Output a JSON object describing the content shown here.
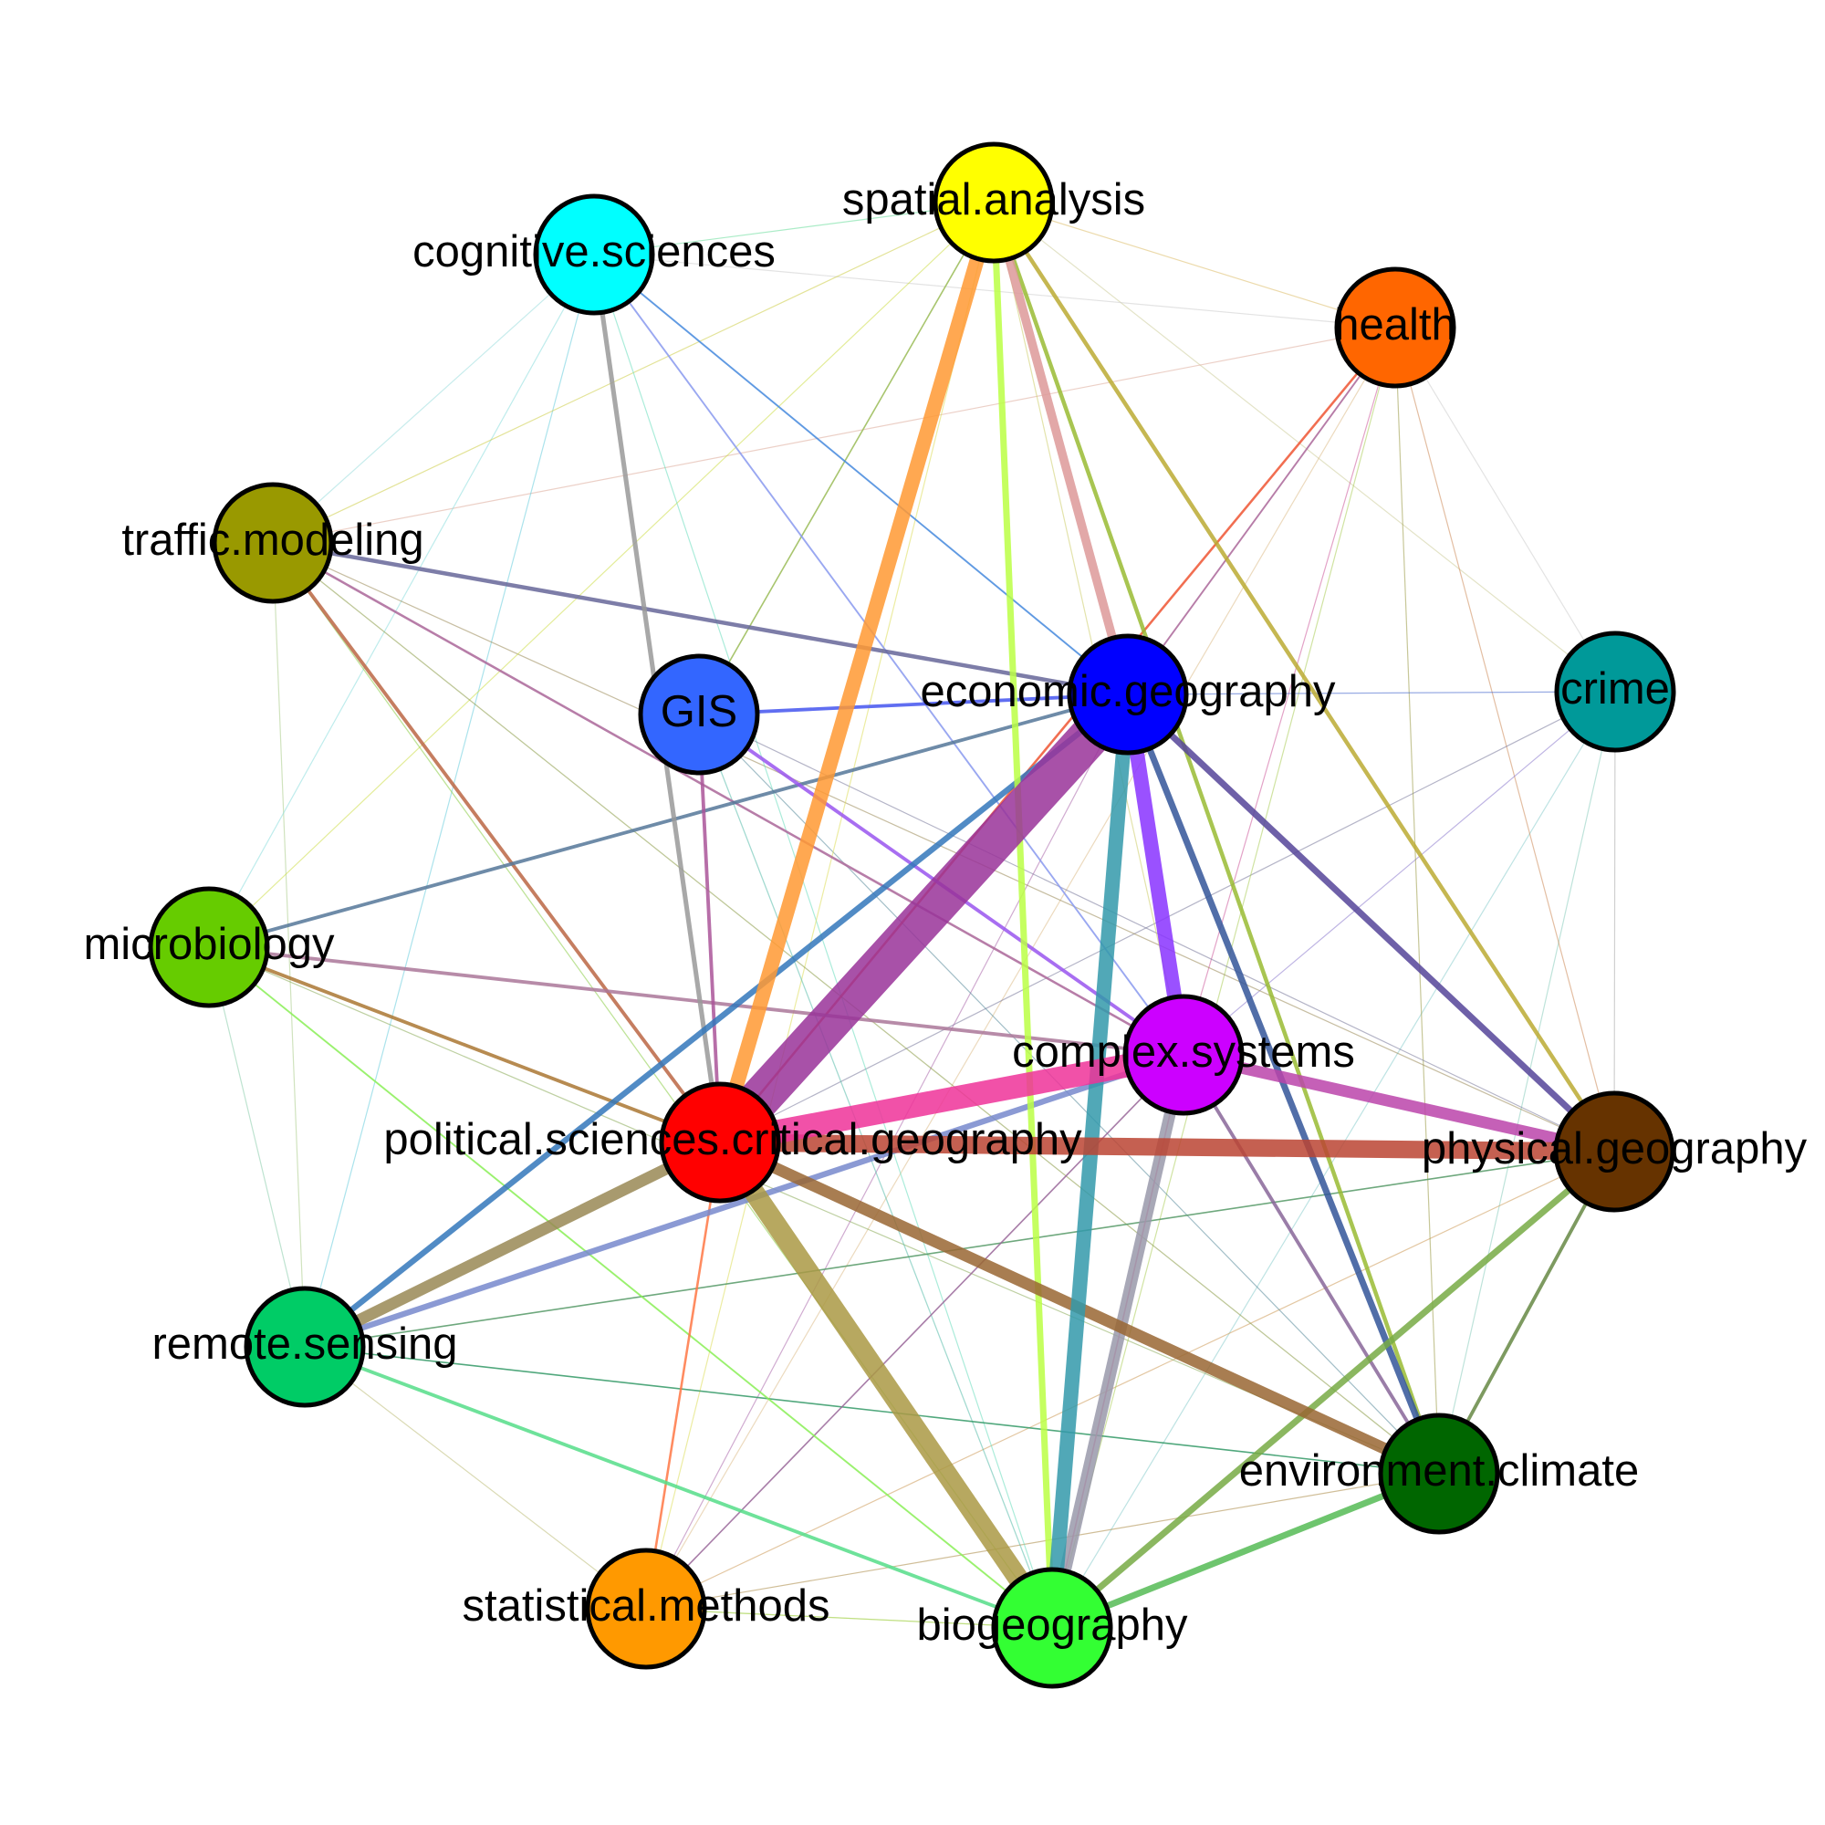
{
  "diagram": {
    "type": "network-graph",
    "nodes": [
      {
        "id": "spatial.analysis",
        "label": "spatial.analysis",
        "color": "#ffff00"
      },
      {
        "id": "cognitive.sciences",
        "label": "cognitive.sciences",
        "color": "#00ffff"
      },
      {
        "id": "health",
        "label": "health",
        "color": "#ff6600"
      },
      {
        "id": "traffic.modeling",
        "label": "traffic.modeling",
        "color": "#999900"
      },
      {
        "id": "GIS",
        "label": "GIS",
        "color": "#3366ff"
      },
      {
        "id": "economic.geography",
        "label": "economic.geography",
        "color": "#0000ff"
      },
      {
        "id": "crime",
        "label": "crime",
        "color": "#009999"
      },
      {
        "id": "microbiology",
        "label": "microbiology",
        "color": "#66cc00"
      },
      {
        "id": "complex.systems",
        "label": "complex.systems",
        "color": "#cc00ff"
      },
      {
        "id": "political.sciences.critical.geography",
        "label": "political.sciences.critical.geography",
        "color": "#ff0000"
      },
      {
        "id": "physical.geography",
        "label": "physical.geography",
        "color": "#663300"
      },
      {
        "id": "remote.sensing",
        "label": "remote.sensing",
        "color": "#00cc66"
      },
      {
        "id": "environment.climate",
        "label": "environment.climate",
        "color": "#006600"
      },
      {
        "id": "statistical.methods",
        "label": "statistical.methods",
        "color": "#ff9900"
      },
      {
        "id": "biogeography",
        "label": "biogeography",
        "color": "#33ff33"
      }
    ],
    "edges": [
      {
        "source": "economic.geography",
        "target": "political.sciences.critical.geography",
        "weight": 14,
        "color": "#993399"
      },
      {
        "source": "political.sciences.critical.geography",
        "target": "physical.geography",
        "weight": 6,
        "color": "#bb4433"
      },
      {
        "source": "political.sciences.critical.geography",
        "target": "biogeography",
        "weight": 7,
        "color": "#aa9944"
      },
      {
        "source": "spatial.analysis",
        "target": "political.sciences.critical.geography",
        "weight": 5,
        "color": "#ff9933"
      },
      {
        "source": "political.sciences.critical.geography",
        "target": "complex.systems",
        "weight": 8,
        "color": "#ee3399"
      },
      {
        "source": "economic.geography",
        "target": "complex.systems",
        "weight": 5,
        "color": "#8833ff"
      },
      {
        "source": "economic.geography",
        "target": "biogeography",
        "weight": 5,
        "color": "#3399aa"
      },
      {
        "source": "complex.systems",
        "target": "biogeography",
        "weight": 4,
        "color": "#9999aa"
      },
      {
        "source": "complex.systems",
        "target": "physical.geography",
        "weight": 4,
        "color": "#bb44aa"
      },
      {
        "source": "political.sciences.critical.geography",
        "target": "environment.climate",
        "weight": 4,
        "color": "#996633"
      },
      {
        "source": "political.sciences.critical.geography",
        "target": "remote.sensing",
        "weight": 4,
        "color": "#998855"
      },
      {
        "source": "spatial.analysis",
        "target": "economic.geography",
        "weight": 3,
        "color": "#dd9999"
      },
      {
        "source": "spatial.analysis",
        "target": "biogeography",
        "weight": 2.2,
        "color": "#bbff44"
      },
      {
        "source": "economic.geography",
        "target": "environment.climate",
        "weight": 2.2,
        "color": "#335599"
      },
      {
        "source": "economic.geography",
        "target": "physical.geography",
        "weight": 2.2,
        "color": "#554499"
      },
      {
        "source": "economic.geography",
        "target": "remote.sensing",
        "weight": 2,
        "color": "#3377bb"
      },
      {
        "source": "biogeography",
        "target": "physical.geography",
        "weight": 2.2,
        "color": "#77aa44"
      },
      {
        "source": "biogeography",
        "target": "environment.climate",
        "weight": 2.2,
        "color": "#55bb55"
      },
      {
        "source": "remote.sensing",
        "target": "complex.systems",
        "weight": 2,
        "color": "#7788cc"
      },
      {
        "source": "cognitive.sciences",
        "target": "political.sciences.critical.geography",
        "weight": 1.6,
        "color": "#999999"
      },
      {
        "source": "spatial.analysis",
        "target": "environment.climate",
        "weight": 1.4,
        "color": "#99bb33"
      },
      {
        "source": "spatial.analysis",
        "target": "physical.geography",
        "weight": 1.4,
        "color": "#bbaa33"
      },
      {
        "source": "traffic.modeling",
        "target": "economic.geography",
        "weight": 1.4,
        "color": "#666699"
      },
      {
        "source": "traffic.modeling",
        "target": "political.sciences.critical.geography",
        "weight": 1.2,
        "color": "#bb6644"
      },
      {
        "source": "microbiology",
        "target": "complex.systems",
        "weight": 1.2,
        "color": "#aa7799"
      },
      {
        "source": "microbiology",
        "target": "political.sciences.critical.geography",
        "weight": 1.2,
        "color": "#aa7733"
      },
      {
        "source": "microbiology",
        "target": "economic.geography",
        "weight": 1.2,
        "color": "#557799"
      },
      {
        "source": "GIS",
        "target": "complex.systems",
        "weight": 1.2,
        "color": "#9955ee"
      },
      {
        "source": "GIS",
        "target": "political.sciences.critical.geography",
        "weight": 1.2,
        "color": "#aa5599"
      },
      {
        "source": "GIS",
        "target": "economic.geography",
        "weight": 1.2,
        "color": "#4455ee"
      },
      {
        "source": "remote.sensing",
        "target": "biogeography",
        "weight": 1.2,
        "color": "#55dd88"
      },
      {
        "source": "complex.systems",
        "target": "environment.climate",
        "weight": 1.2,
        "color": "#886699"
      },
      {
        "source": "physical.geography",
        "target": "environment.climate",
        "weight": 1.2,
        "color": "#668844"
      },
      {
        "source": "health",
        "target": "political.sciences.critical.geography",
        "weight": 0.8,
        "color": "#ee5533"
      },
      {
        "source": "health",
        "target": "economic.geography",
        "weight": 0.6,
        "color": "#aa6699"
      },
      {
        "source": "traffic.modeling",
        "target": "complex.systems",
        "weight": 0.8,
        "color": "#aa6699"
      },
      {
        "source": "statistical.methods",
        "target": "political.sciences.critical.geography",
        "weight": 0.8,
        "color": "#ff7744"
      },
      {
        "source": "cognitive.sciences",
        "target": "economic.geography",
        "weight": 0.6,
        "color": "#4488dd"
      },
      {
        "source": "cognitive.sciences",
        "target": "complex.systems",
        "weight": 0.6,
        "color": "#8899ee"
      },
      {
        "source": "remote.sensing",
        "target": "physical.geography",
        "weight": 0.5,
        "color": "#559966"
      },
      {
        "source": "remote.sensing",
        "target": "environment.climate",
        "weight": 0.5,
        "color": "#339966"
      },
      {
        "source": "spatial.analysis",
        "target": "GIS",
        "weight": 0.5,
        "color": "#99bb55"
      },
      {
        "source": "crime",
        "target": "economic.geography",
        "weight": 0.4,
        "color": "#4466cc"
      },
      {
        "source": "crime",
        "target": "political.sciences.critical.geography",
        "weight": 0.3,
        "color": "#777799"
      },
      {
        "source": "health",
        "target": "biogeography",
        "weight": 0.3,
        "color": "#aacc55"
      },
      {
        "source": "health",
        "target": "complex.systems",
        "weight": 0.3,
        "color": "#cc5599"
      },
      {
        "source": "health",
        "target": "environment.climate",
        "weight": 0.3,
        "color": "#999944"
      },
      {
        "source": "health",
        "target": "physical.geography",
        "weight": 0.25,
        "color": "#cc8855"
      },
      {
        "source": "statistical.methods",
        "target": "complex.systems",
        "weight": 0.5,
        "color": "#996699"
      },
      {
        "source": "statistical.methods",
        "target": "economic.geography",
        "weight": 0.3,
        "color": "#aa66aa"
      },
      {
        "source": "statistical.methods",
        "target": "biogeography",
        "weight": 0.4,
        "color": "#aadd66"
      },
      {
        "source": "statistical.methods",
        "target": "environment.climate",
        "weight": 0.25,
        "color": "#aa8844"
      },
      {
        "source": "statistical.methods",
        "target": "physical.geography",
        "weight": 0.2,
        "color": "#cc9955"
      },
      {
        "source": "biogeography",
        "target": "complex.systems",
        "weight": 0.5,
        "color": "#ee6699"
      },
      {
        "source": "traffic.modeling",
        "target": "biogeography",
        "weight": 0.4,
        "color": "#88cc44"
      },
      {
        "source": "traffic.modeling",
        "target": "environment.climate",
        "weight": 0.4,
        "color": "#889944"
      },
      {
        "source": "traffic.modeling",
        "target": "physical.geography",
        "weight": 0.3,
        "color": "#998855"
      },
      {
        "source": "traffic.modeling",
        "target": "spatial.analysis",
        "weight": 0.3,
        "color": "#cccc44"
      },
      {
        "source": "microbiology",
        "target": "biogeography",
        "weight": 0.6,
        "color": "#88ee55"
      },
      {
        "source": "microbiology",
        "target": "spatial.analysis",
        "weight": 0.3,
        "color": "#ccdd44"
      },
      {
        "source": "microbiology",
        "target": "environment.climate",
        "weight": 0.2,
        "color": "#88aa55"
      },
      {
        "source": "cognitive.sciences",
        "target": "spatial.analysis",
        "weight": 0.3,
        "color": "#66dd99"
      },
      {
        "source": "cognitive.sciences",
        "target": "biogeography",
        "weight": 0.3,
        "color": "#66ddbb"
      },
      {
        "source": "cognitive.sciences",
        "target": "remote.sensing",
        "weight": 0.2,
        "color": "#66ccdd"
      },
      {
        "source": "cognitive.sciences",
        "target": "microbiology",
        "weight": 0.2,
        "color": "#88dddd"
      },
      {
        "source": "cognitive.sciences",
        "target": "traffic.modeling",
        "weight": 0.15,
        "color": "#99dddd"
      },
      {
        "source": "GIS",
        "target": "biogeography",
        "weight": 0.4,
        "color": "#55bbaa"
      },
      {
        "source": "GIS",
        "target": "environment.climate",
        "weight": 0.3,
        "color": "#558899"
      },
      {
        "source": "GIS",
        "target": "physical.geography",
        "weight": 0.3,
        "color": "#777799"
      },
      {
        "source": "crime",
        "target": "complex.systems",
        "weight": 0.25,
        "color": "#8877cc"
      },
      {
        "source": "crime",
        "target": "biogeography",
        "weight": 0.15,
        "color": "#88cccc"
      },
      {
        "source": "crime",
        "target": "physical.geography",
        "weight": 0.15,
        "color": "#aaaaaa"
      },
      {
        "source": "crime",
        "target": "environment.climate",
        "weight": 0.15,
        "color": "#88ccbb"
      },
      {
        "source": "crime",
        "target": "spatial.analysis",
        "weight": 0.15,
        "color": "#cccc99"
      },
      {
        "source": "crime",
        "target": "health",
        "weight": 0.15,
        "color": "#cccccc"
      },
      {
        "source": "spatial.analysis",
        "target": "health",
        "weight": 0.3,
        "color": "#ddbb66"
      },
      {
        "source": "spatial.analysis",
        "target": "statistical.methods",
        "weight": 0.3,
        "color": "#dddd55"
      },
      {
        "source": "spatial.analysis",
        "target": "complex.systems",
        "weight": 0.3,
        "color": "#cccc66"
      },
      {
        "source": "remote.sensing",
        "target": "statistical.methods",
        "weight": 0.2,
        "color": "#bbbb77"
      },
      {
        "source": "remote.sensing",
        "target": "traffic.modeling",
        "weight": 0.15,
        "color": "#aacc88"
      },
      {
        "source": "remote.sensing",
        "target": "microbiology",
        "weight": 0.15,
        "color": "#88ccaa"
      },
      {
        "source": "statistical.methods",
        "target": "biogeography",
        "weight": 0.3,
        "color": "#bbcc55"
      },
      {
        "source": "health",
        "target": "traffic.modeling",
        "weight": 0.15,
        "color": "#ddaa99"
      },
      {
        "source": "health",
        "target": "cognitive.sciences",
        "weight": 0.15,
        "color": "#cccccc"
      },
      {
        "source": "health",
        "target": "statistical.methods",
        "weight": 0.15,
        "color": "#ddbb88"
      }
    ]
  }
}
